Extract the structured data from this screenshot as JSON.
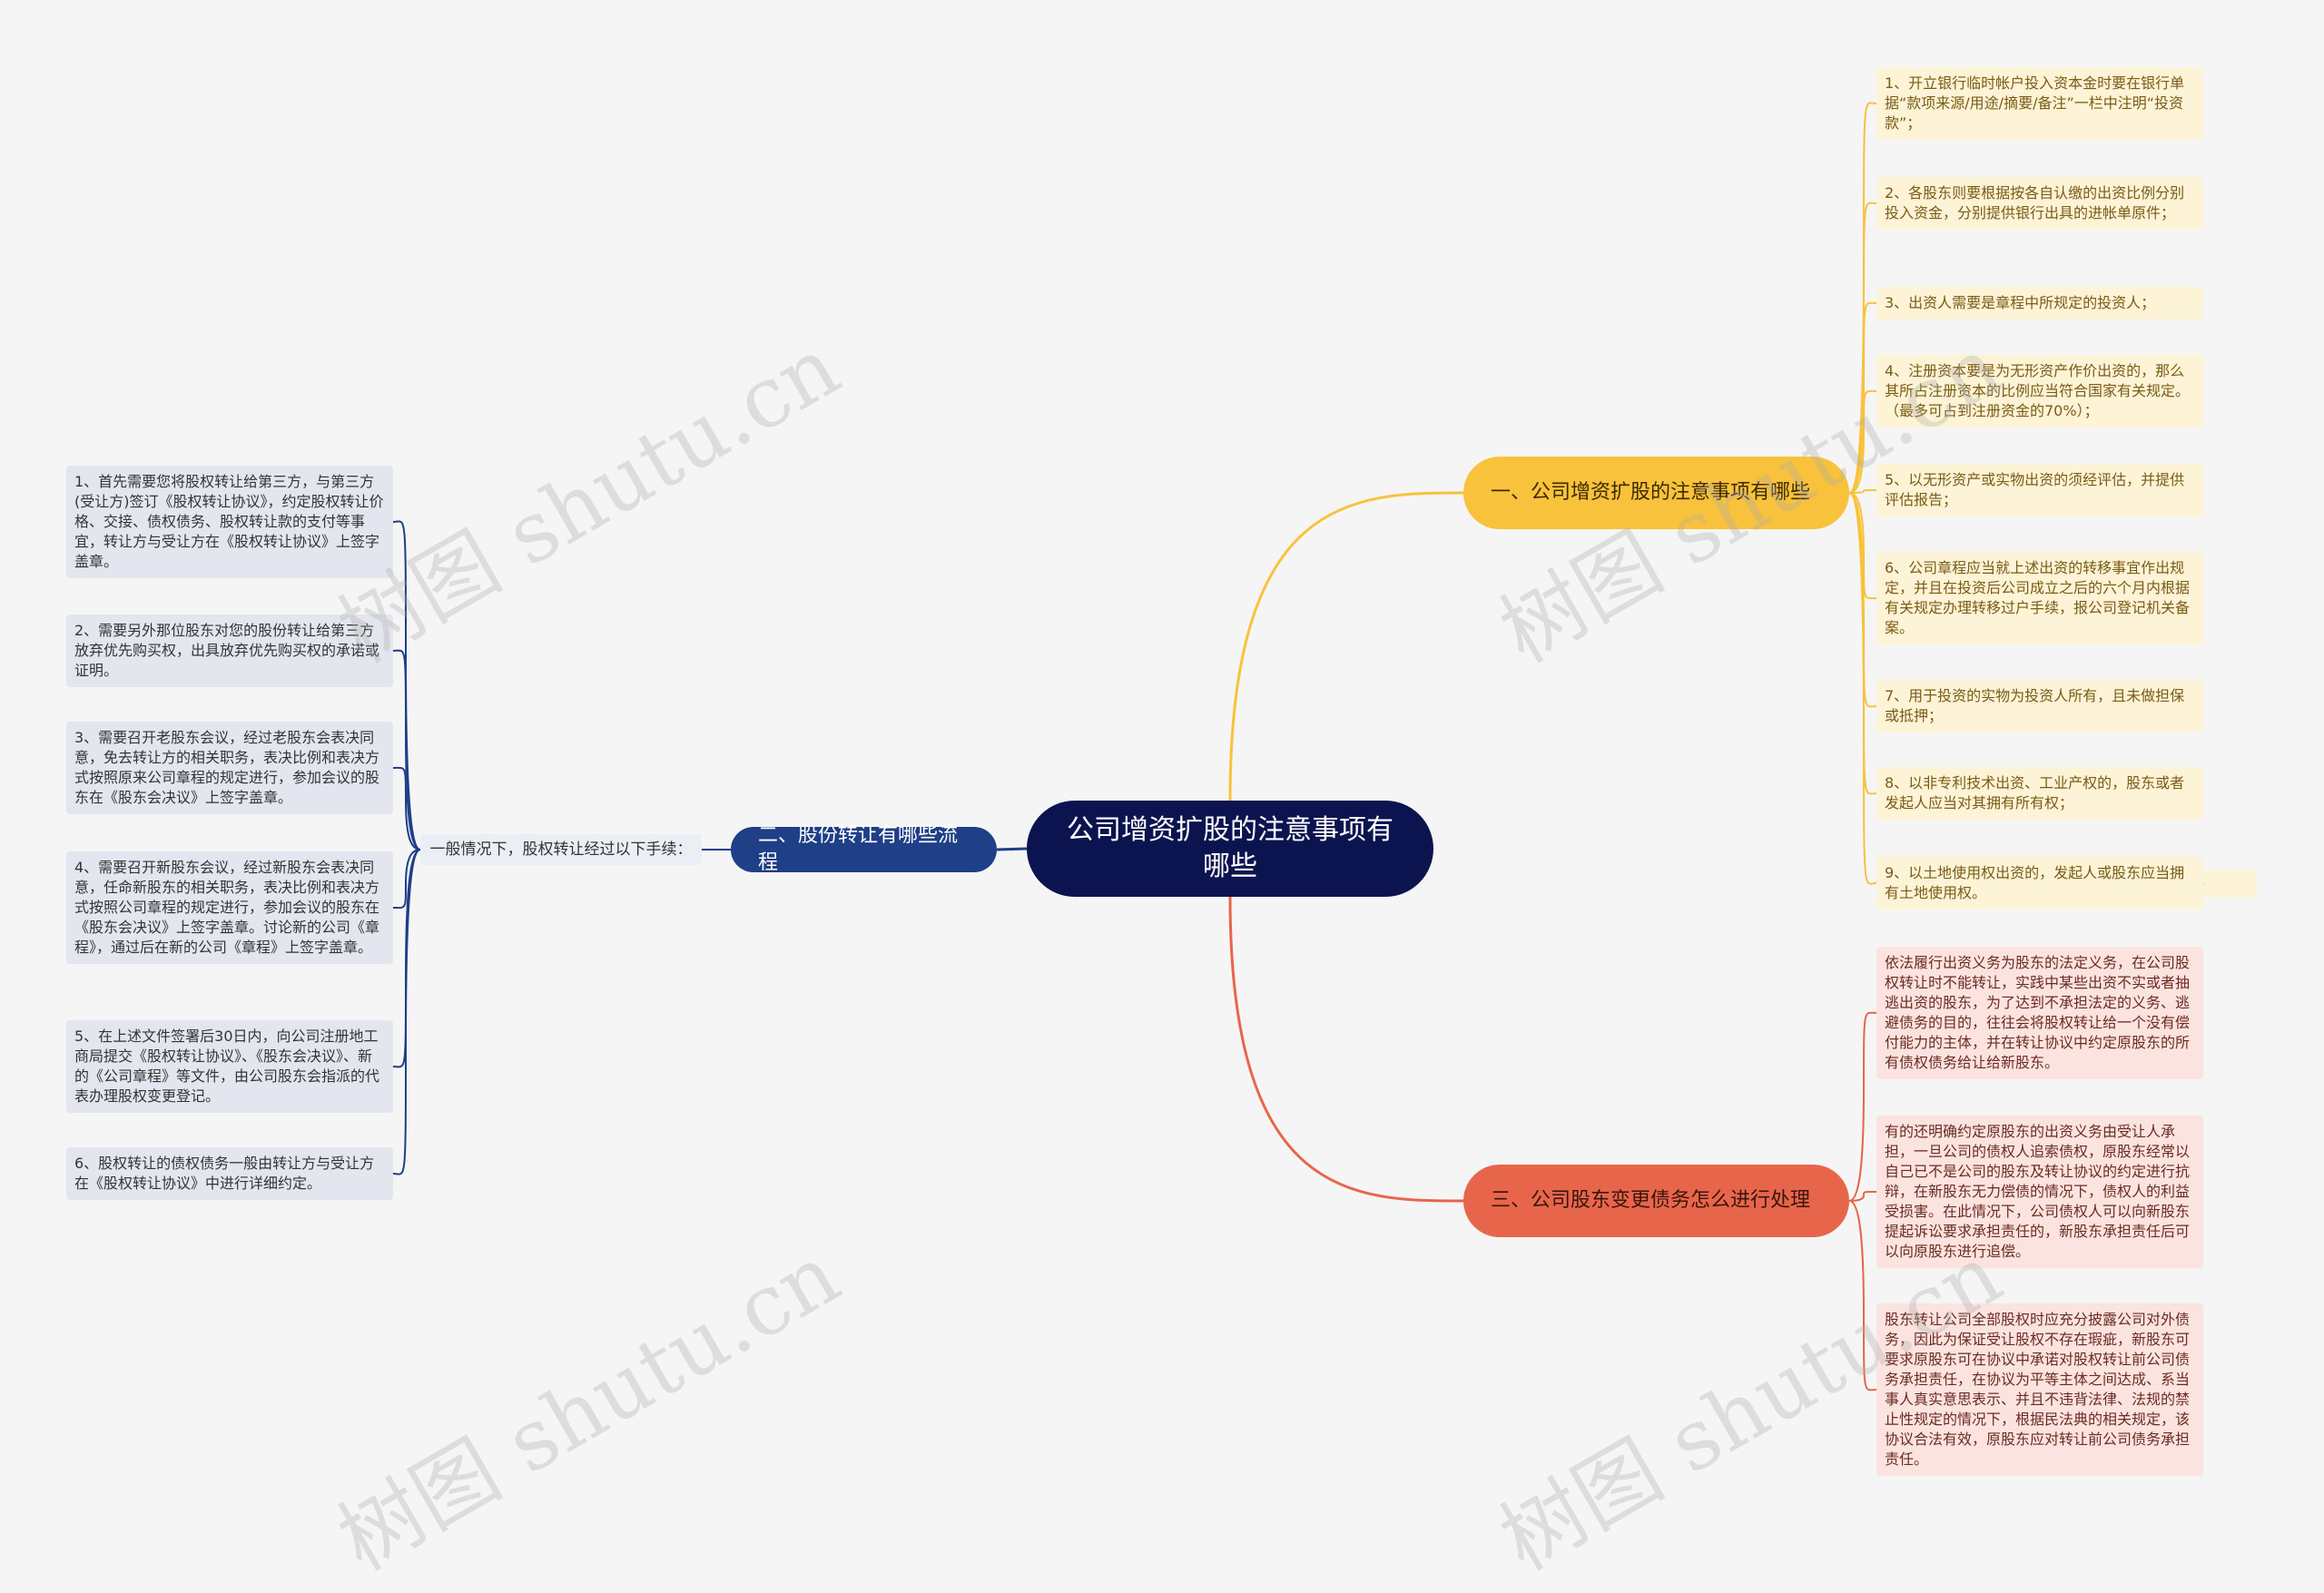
{
  "root": {
    "title": "公司增资扩股的注意事项有哪些"
  },
  "branches": [
    {
      "label": "一、公司增资扩股的注意事项有哪些",
      "color": "#f9c23c",
      "items": [
        "1、开立银行临时帐户投入资本金时要在银行单据“款项来源/用途/摘要/备注”一栏中注明“投资款”；",
        "2、各股东则要根据按各自认缴的出资比例分别投入资金，分别提供银行出具的进帐单原件；",
        "3、出资人需要是章程中所规定的投资人；",
        "4、注册资本要是为无形资产作价出资的，那么其所占注册资本的比例应当符合国家有关规定。（最多可占到注册资金的70%）；",
        "5、以无形资产或实物出资的须经评估，并提供评估报告；",
        "6、公司章程应当就上述出资的转移事宜作出规定，并且在投资后公司成立之后的六个月内根据有关规定办理转移过户手续，报公司登记机关备案。",
        "7、用于投资的实物为投资人所有，且未做担保或抵押；",
        "8、以非专利技术出资、工业产权的，股东或者发起人应当对其拥有所有权；",
        "9、以土地使用权出资的，发起人或股东应当拥有土地使用权。"
      ]
    },
    {
      "label": "二、股份转让有哪些流程",
      "color": "#1f3f87",
      "mid": "一般情况下，股权转让经过以下手续：",
      "items": [
        "1、首先需要您将股权转让给第三方，与第三方(受让方)签订《股权转让协议》，约定股权转让价格、交接、债权债务、股权转让款的支付等事宜，转让方与受让方在《股权转让协议》上签字盖章。",
        "2、需要另外那位股东对您的股份转让给第三方放弃优先购买权，出具放弃优先购买权的承诺或证明。",
        "3、需要召开老股东会议，经过老股东会表决同意，免去转让方的相关职务，表决比例和表决方式按照原来公司章程的规定进行，参加会议的股东在《股东会决议》上签字盖章。",
        "4、需要召开新股东会议，经过新股东会表决同意，任命新股东的相关职务，表决比例和表决方式按照公司章程的规定进行，参加会议的股东在《股东会决议》上签字盖章。讨论新的公司《章程》，通过后在新的公司《章程》上签字盖章。",
        "5、在上述文件签署后30日内，向公司注册地工商局提交《股权转让协议》、《股东会决议》、新的《公司章程》等文件，由公司股东会指派的代表办理股权变更登记。",
        "6、股权转让的债权债务一般由转让方与受让方在《股权转让协议》中进行详细约定。"
      ]
    },
    {
      "label": "三、公司股东变更债务怎么进行处理",
      "color": "#e7664b",
      "items": [
        "依法履行出资义务为股东的法定义务，在公司股权转让时不能转让，实践中某些出资不实或者抽逃出资的股东，为了达到不承担法定的义务、逃避债务的目的，往往会将股权转让给一个没有偿付能力的主体，并在转让协议中约定原股东的所有债权债务给让给新股东。",
        "有的还明确约定原股东的出资义务由受让人承担，一旦公司的债权人追索债权，原股东经常以自己已不是公司的股东及转让协议的约定进行抗辩，在新股东无力偿债的情况下，债权人的利益受损害。在此情况下，公司债权人可以向新股东提起诉讼要求承担责任的，新股东承担责任后可以向原股东进行追偿。",
        "股东转让公司全部股权时应充分披露公司对外债务，因此为保证受让股权不存在瑕疵，新股东可要求原股东可在协议中承诺对股权转让前公司债务承担责任，在协议为平等主体之间达成、系当事人真实意思表示、并且不违背法律、法规的禁止性规定的情况下，根据民法典的相关规定，该协议合法有效，原股东应对转让前公司债务承担责任。"
      ]
    }
  ],
  "watermark": "树图 shutu.cn"
}
